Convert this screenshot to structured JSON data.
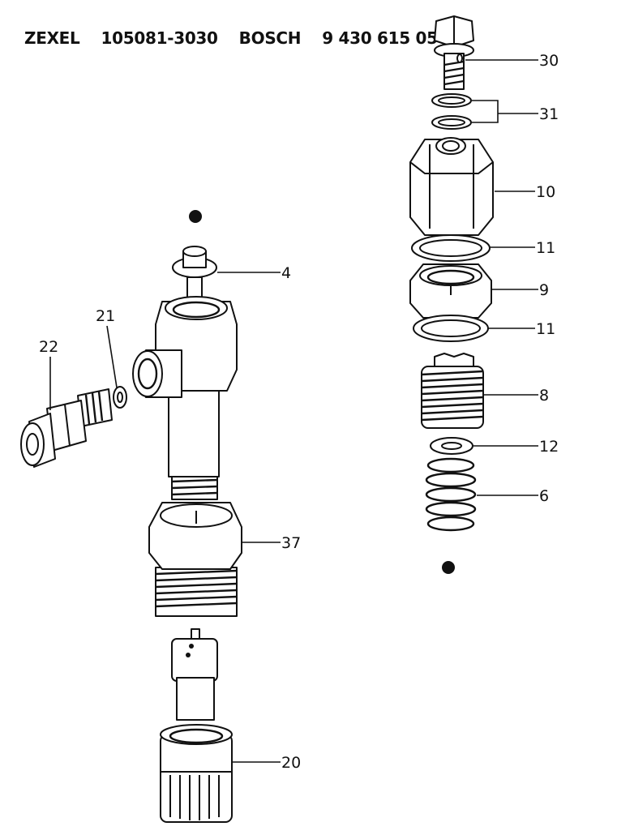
{
  "header": {
    "brand1": "ZEXEL",
    "part1": "105081-3030",
    "brand2": "BOSCH",
    "part2": "9 430 615 050"
  },
  "callouts": {
    "c30": "30",
    "c31": "31",
    "c10": "10",
    "c11a": "11",
    "c9": "9",
    "c11b": "11",
    "c8": "8",
    "c12": "12",
    "c6": "6",
    "c4": "4",
    "c21": "21",
    "c22": "22",
    "c37": "37",
    "c20": "20"
  }
}
